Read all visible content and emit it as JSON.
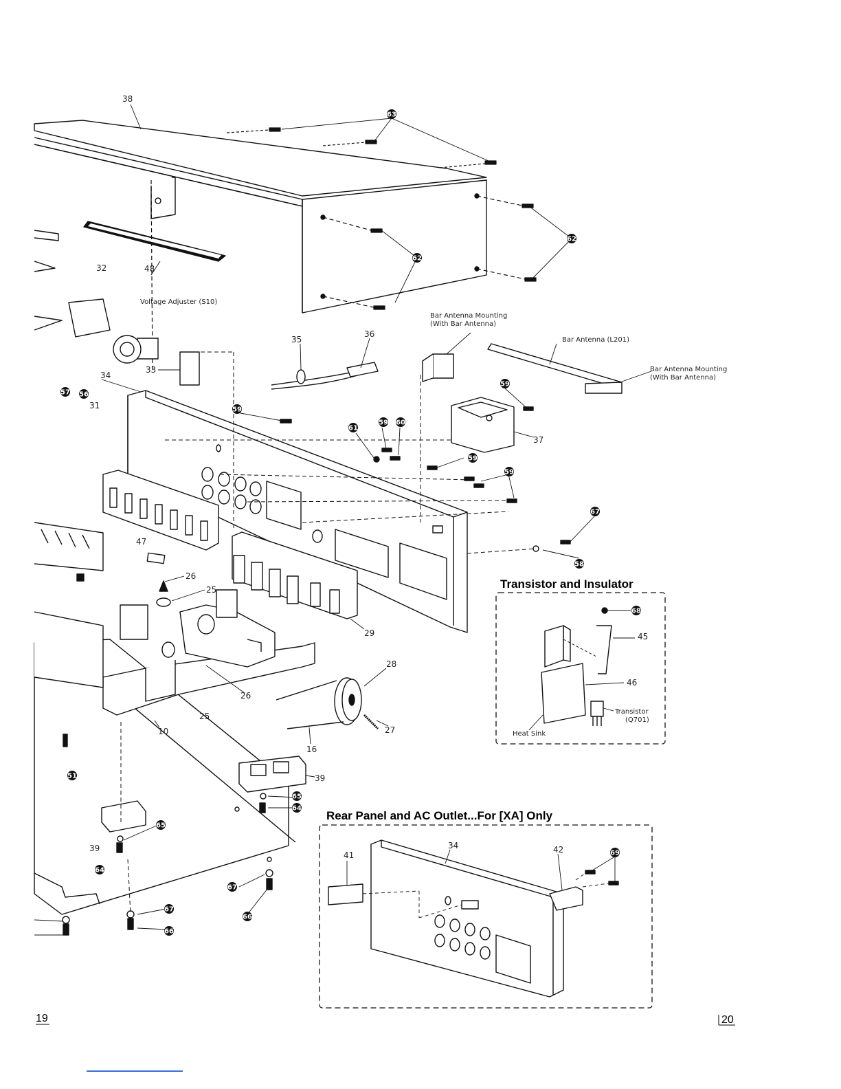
{
  "page_numbers": {
    "left": "19",
    "right": "20"
  },
  "titles": {
    "transistor": "Transistor and Insulator",
    "rear_panel": "Rear Panel and AC Outlet...For [XA] Only"
  },
  "labels": {
    "voltage_adjuster": "Voltage Adjuster (S10)",
    "bar_antenna_mount_top_1": "Bar Antenna Mounting",
    "bar_antenna_mount_top_2": "(With Bar Antenna)",
    "bar_antenna": "Bar Antenna (L201)",
    "bar_antenna_mount_right_1": "Bar Antenna Mounting",
    "bar_antenna_mount_right_2": "(With Bar Antenna)",
    "transistor_1": "Transistor",
    "transistor_2": "(Q701)",
    "heat_sink": "Heat Sink"
  },
  "part_numbers": {
    "p38": "38",
    "p48": "48",
    "p32": "32",
    "p35": "35",
    "p36": "36",
    "p33": "33",
    "p34": "34",
    "p31": "31",
    "p37": "37",
    "p47": "47",
    "p26a": "26",
    "p25a": "25",
    "p29": "29",
    "p28": "28",
    "p26b": "26",
    "p25b": "25",
    "p10": "10",
    "p27": "27",
    "p16": "16",
    "p39a": "39",
    "p39b": "39",
    "p45": "45",
    "p46": "46",
    "p34b": "34",
    "p41": "41",
    "p42": "42"
  },
  "callouts": {
    "c63": "63",
    "c62a": "62",
    "c62b": "62",
    "c57": "57",
    "c56": "56",
    "c59a": "59",
    "c59b": "59",
    "c59c": "59",
    "c59d": "59",
    "c59e": "59",
    "c61": "61",
    "c60": "60",
    "c67a": "67",
    "c58": "58",
    "c68": "68",
    "c51": "51",
    "c65a": "65",
    "c64a": "64",
    "c65b": "65",
    "c64b": "64",
    "c67b": "67",
    "c66a": "66",
    "c67c": "67",
    "c66b": "66",
    "c69": "69"
  }
}
